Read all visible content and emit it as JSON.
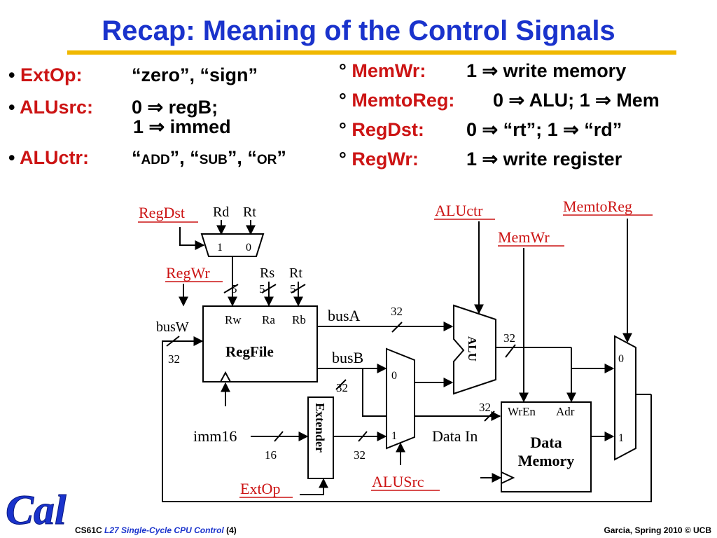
{
  "title": "Recap: Meaning of the Control Signals",
  "left_bullets": {
    "bullet_glyph": "•",
    "extop": {
      "label": "ExtOp:",
      "value": "“zero”, “sign”"
    },
    "alusrc": {
      "label": "ALUsrc:",
      "line1": "0 ⇒ regB;",
      "line2": "1 ⇒ immed"
    },
    "aluctr": {
      "label": "ALUctr:",
      "q1": "“",
      "add": "ADD",
      "q2": "”, “",
      "sub": "SUB",
      "q3": "”, “",
      "or": "OR",
      "q4": "”"
    }
  },
  "right_bullets": {
    "bullet_glyph": "°",
    "memwr": {
      "label": "MemWr:",
      "value": "1 ⇒ write memory"
    },
    "memtoreg": {
      "label": "MemtoReg:",
      "value": "0 ⇒ ALU; 1 ⇒ Mem"
    },
    "regdst": {
      "label": "RegDst:",
      "value": "0 ⇒ “rt”; 1 ⇒ “rd”"
    },
    "regwr": {
      "label": "RegWr:",
      "value": "1 ⇒ write register"
    }
  },
  "diagram": {
    "control_labels": {
      "regdst": "RegDst",
      "regwr": "RegWr",
      "aluctr": "ALUctr",
      "memwr": "MemWr",
      "memtoreg": "MemtoReg",
      "extop": "ExtOp",
      "alusrc": "ALUSrc"
    },
    "regdst_mux": {
      "in_rd": "Rd",
      "in_rt": "Rt",
      "sel1": "1",
      "sel0": "0"
    },
    "regfile": {
      "name": "RegFile",
      "port_rw": "Rw",
      "port_ra": "Ra",
      "port_rb": "Rb",
      "label_rs": "Rs",
      "label_rt": "Rt",
      "width_rw": "5",
      "width_ra": "5",
      "width_rb": "5"
    },
    "buses": {
      "busw": "busW",
      "busw_width": "32",
      "busa": "busA",
      "busa_width": "32",
      "busb": "busB",
      "busb_width": "32",
      "alu_out_width": "32",
      "datain_width": "32"
    },
    "clk_regfile": "clk",
    "clk_memory": "clk",
    "imm16": "imm16",
    "imm16_width": "16",
    "extender": {
      "name": "Extender",
      "out_width": "32"
    },
    "alusrc_mux": {
      "sel0": "0",
      "sel1": "1"
    },
    "alu": {
      "name": "ALU"
    },
    "data_memory": {
      "line1": "Data",
      "line2": "Memory",
      "port_wren": "WrEn",
      "port_adr": "Adr",
      "data_in": "Data In"
    },
    "memtoreg_mux": {
      "sel0": "0",
      "sel1": "1"
    }
  },
  "footer": {
    "course": "CS61C ",
    "lecture": "L27 Single-Cycle CPU Control",
    "page": " (4)",
    "right": "Garcia, Spring 2010 © UCB"
  },
  "logo": {
    "text": "Cal",
    "color": "#1a33cc"
  },
  "colors": {
    "title": "#1a33cc",
    "title_rule": "#f0b800",
    "control_signal": "#cc1414"
  }
}
